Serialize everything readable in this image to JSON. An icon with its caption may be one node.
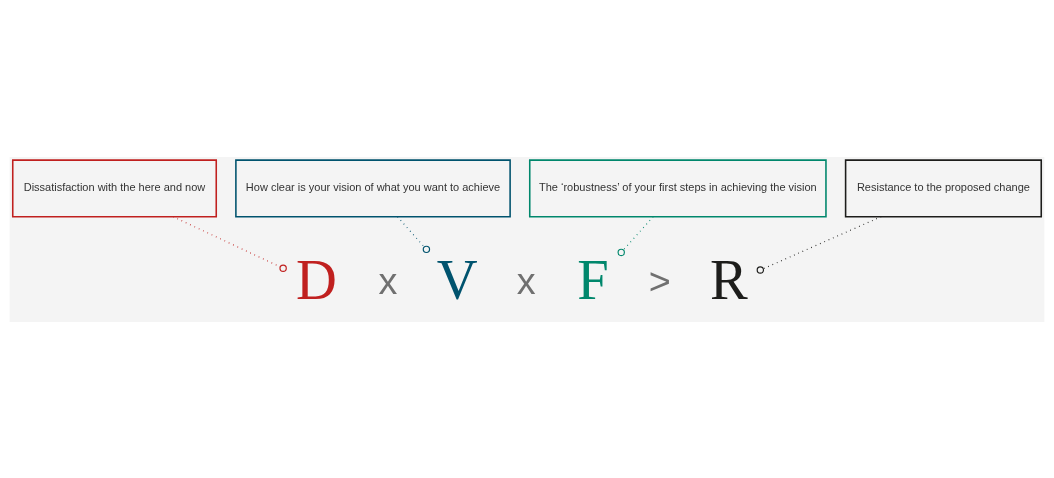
{
  "diagram": {
    "nodes": [
      {
        "text": [
          "Dissatisfaction with the here and now"
        ]
      },
      {
        "text": [
          "The ‘robustness’ of your first steps in achieving the vision"
        ]
      },
      {
        "text": [
          "D"
        ]
      },
      {
        "text": [
          "V"
        ]
      },
      {
        "text": [
          "F"
        ]
      },
      {
        "text": [
          "R"
        ]
      },
      {
        "text": [
          "How clear is your vision of what you want to achieve"
        ]
      },
      {
        "text": [
          "Resistance to the proposed change"
        ]
      }
    ],
    "edges": [
      {
        "from": 0,
        "to": 2,
        "arrow": "other",
        "style": "dashed",
        "color": "#c0201f"
      },
      {
        "from": 1,
        "to": 4,
        "arrow": "other",
        "style": "dashed",
        "color": "#00876c"
      },
      {
        "from": 6,
        "to": 3,
        "arrow": "other",
        "style": "dashed",
        "color": "#00536e"
      },
      {
        "from": 7,
        "to": 5,
        "arrow": "other",
        "style": "dashed",
        "color": "#1d1d1b"
      }
    ],
    "labels": [
      "x",
      "x",
      ">"
    ]
  }
}
